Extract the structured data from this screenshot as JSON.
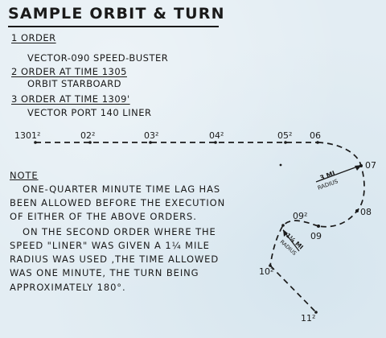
{
  "title": "SAMPLE ORBIT & TURN",
  "orders": [
    {
      "label": "1 ORDER",
      "lines": [
        "VECTOR-090 SPEED-BUSTER"
      ]
    },
    {
      "label": "2 ORDER AT TIME 1305",
      "lines": [
        "ORBIT STARBOARD"
      ]
    },
    {
      "label": "3 ORDER AT TIME 1309'",
      "lines": [
        "VECTOR PORT 140 LINER"
      ]
    }
  ],
  "note": {
    "heading": "NOTE",
    "paragraph1": [
      "ONE-QUARTER MINUTE TIME LAG HAS",
      "BEEN ALLOWED BEFORE THE EXECUTION",
      "OF EITHER OF THE ABOVE ORDERS."
    ],
    "paragraph2": [
      "ON THE SECOND ORDER WHERE THE",
      "SPEED \"LINER\" WAS GIVEN A 1¼ MILE",
      "RADIUS WAS USED ,THE TIME ALLOWED",
      "WAS ONE MINUTE, THE TURN BEING",
      "APPROXIMATELY 180°."
    ]
  },
  "track_points": [
    {
      "label": "1301²"
    },
    {
      "label": "02²"
    },
    {
      "label": "03²"
    },
    {
      "label": "04²"
    },
    {
      "label": "05²"
    },
    {
      "label": "06"
    },
    {
      "label": "07"
    },
    {
      "label": "08"
    },
    {
      "label": "09"
    },
    {
      "label": "09²"
    },
    {
      "label": "10²"
    },
    {
      "label": "11²"
    }
  ],
  "radius_labels": {
    "large": [
      "3 MI",
      "RADIUS"
    ],
    "small": [
      "1¼ MI",
      "RADIUS"
    ]
  }
}
